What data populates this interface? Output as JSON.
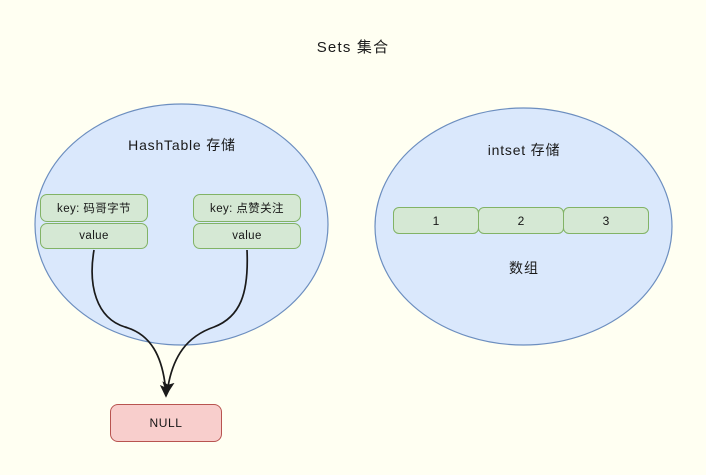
{
  "title": "Sets 集合",
  "background_color": "#fffff2",
  "left_group": {
    "shape": "ellipse",
    "label": "HashTable 存储",
    "fill_color": "#dae8fc",
    "stroke_color": "#6c8ebf",
    "entries": [
      {
        "key_label": "key:  码哥字节",
        "value_label": "value"
      },
      {
        "key_label": "key:  点赞关注",
        "value_label": "value"
      }
    ],
    "target": {
      "label": "NULL",
      "fill_color": "#f8cecc",
      "stroke_color": "#b85450"
    }
  },
  "right_group": {
    "shape": "ellipse",
    "label": "intset 存储",
    "fill_color": "#dae8fc",
    "stroke_color": "#6c8ebf",
    "array_label": "数组",
    "array_cells": [
      "1",
      "2",
      "3"
    ],
    "cell_fill_color": "#d5e8d4",
    "cell_stroke_color": "#82b366"
  },
  "connectors": [
    {
      "from": "value-box-1",
      "to": "null-box",
      "style": "curved-arrow"
    },
    {
      "from": "value-box-2",
      "to": "null-box",
      "style": "curved-arrow"
    }
  ]
}
